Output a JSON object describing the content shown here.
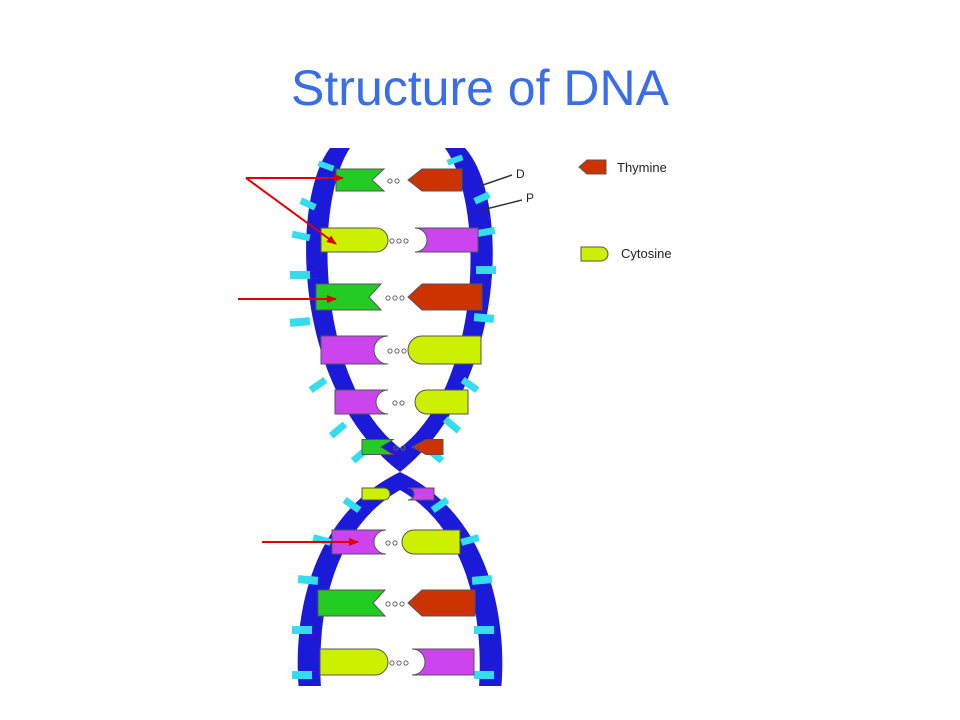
{
  "title": "Structure of DNA",
  "labels": {
    "deoxyribose": "D",
    "phosphate": "P"
  },
  "legend": [
    {
      "base": "thymine",
      "label": "Thymine"
    },
    {
      "base": "cytosine",
      "label": "Cytosine"
    }
  ],
  "colors": {
    "title": "#3a6ee8",
    "backbone": "#1a1ad8",
    "phosphate_rung": "#33ddee",
    "adenine": "#22cc22",
    "thymine": "#cc3300",
    "cytosine": "#ccf000",
    "guanine": "#cc44ee",
    "arrow": "#e00000"
  },
  "base_pairs": [
    {
      "left": "adenine",
      "right": "thymine",
      "bonds": 2
    },
    {
      "left": "cytosine",
      "right": "guanine",
      "bonds": 3
    },
    {
      "left": "adenine",
      "right": "thymine",
      "bonds": 3
    },
    {
      "left": "guanine",
      "right": "cytosine",
      "bonds": 3
    },
    {
      "left": "guanine",
      "right": "cytosine",
      "bonds": 2
    },
    {
      "left": "adenine",
      "right": "thymine",
      "bonds": 2
    },
    {
      "left": "cytosine",
      "right": "guanine",
      "bonds": 0
    },
    {
      "left": "guanine",
      "right": "cytosine",
      "bonds": 2
    },
    {
      "left": "adenine",
      "right": "thymine",
      "bonds": 3
    },
    {
      "left": "cytosine",
      "right": "guanine",
      "bonds": 3
    }
  ]
}
